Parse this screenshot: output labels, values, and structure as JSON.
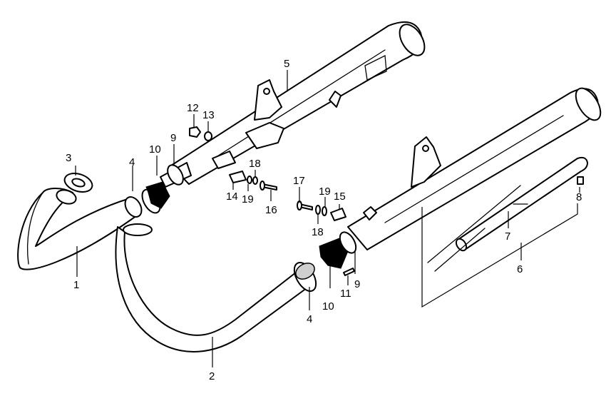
{
  "callouts": {
    "c1": "1",
    "c2": "2",
    "c3": "3",
    "c4a": "4",
    "c4b": "4",
    "c5": "5",
    "c6": "6",
    "c7": "7",
    "c8": "8",
    "c9a": "9",
    "c9b": "9",
    "c10a": "10",
    "c10b": "10",
    "c11": "11",
    "c12": "12",
    "c13": "13",
    "c14": "14",
    "c15": "15",
    "c16": "16",
    "c17": "17",
    "c18a": "18",
    "c18b": "18",
    "c19a": "19",
    "c19b": "19"
  }
}
